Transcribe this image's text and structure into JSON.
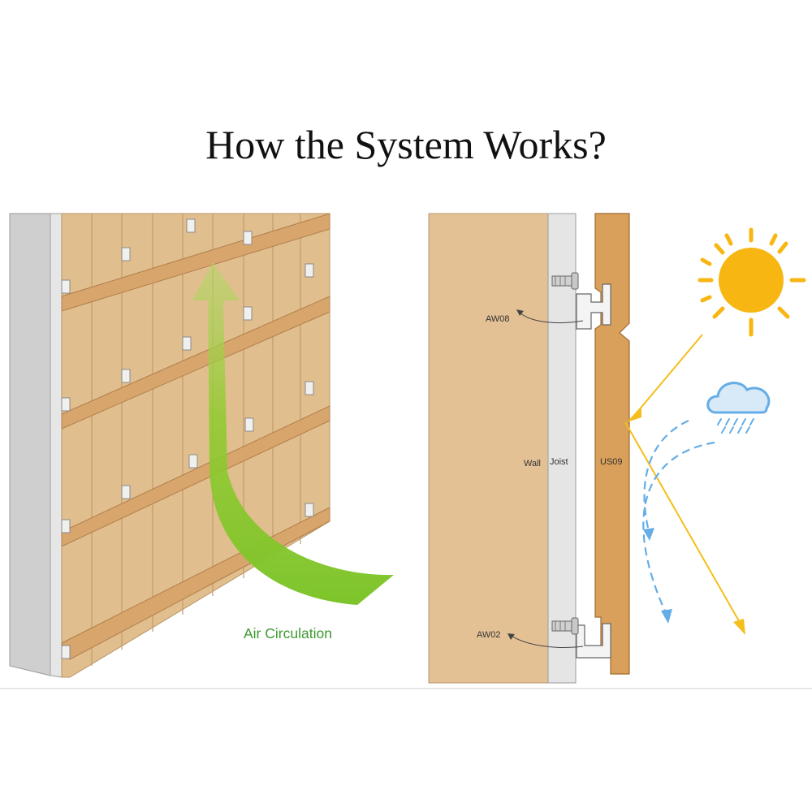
{
  "title": "How the System Works?",
  "left_view": {
    "air_label": "Air Circulation"
  },
  "section_view": {
    "labels": {
      "wall": "Wall",
      "joist": "Joist",
      "panel": "US09",
      "top_clip": "AW08",
      "bottom_clip": "AW02"
    }
  },
  "colors": {
    "wall": "#E4C195",
    "joist": "#E5E5E5",
    "panel": "#D9A05C",
    "board": "#E1BE8E",
    "sun": "#F8B612",
    "sun_ray": "#F5BE1A",
    "rain": "#65ADE6",
    "arrow_green": "#7DC42A"
  },
  "icons": [
    "sun-icon",
    "rain-cloud-icon"
  ]
}
